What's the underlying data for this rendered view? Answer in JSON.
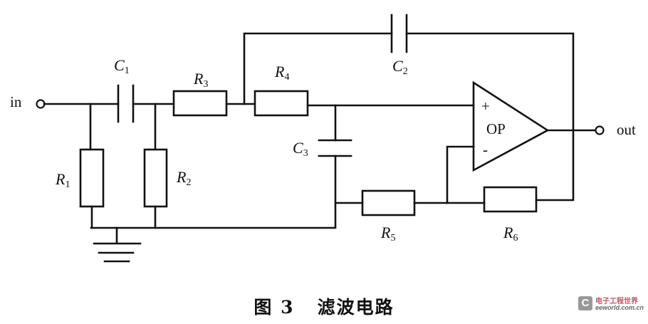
{
  "terminals": {
    "input": "in",
    "output": "out"
  },
  "components": {
    "C1": {
      "letter": "C",
      "sub": "1"
    },
    "C2": {
      "letter": "C",
      "sub": "2"
    },
    "C3": {
      "letter": "C",
      "sub": "3"
    },
    "R1": {
      "letter": "R",
      "sub": "1"
    },
    "R2": {
      "letter": "R",
      "sub": "2"
    },
    "R3": {
      "letter": "R",
      "sub": "3"
    },
    "R4": {
      "letter": "R",
      "sub": "4"
    },
    "R5": {
      "letter": "R",
      "sub": "5"
    },
    "R6": {
      "letter": "R",
      "sub": "6"
    }
  },
  "opamp": {
    "label": "OP",
    "plus": "+",
    "minus": "-"
  },
  "caption": "图 3   滤波电路",
  "watermark": {
    "logo": "C",
    "name_cn": "电子工程世界",
    "site": "eeworld.com.cn"
  }
}
